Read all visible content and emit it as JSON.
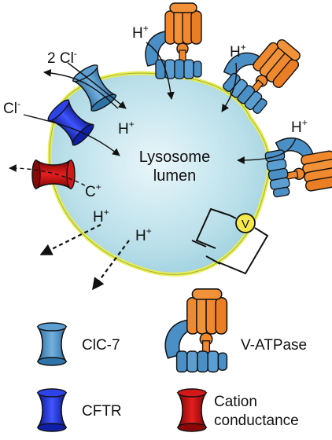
{
  "lumen_label": [
    "Lysosome",
    "lumen"
  ],
  "ions": {
    "two_cl": "2 Cl",
    "cl": "Cl",
    "minus": "-",
    "plus": "+",
    "h": "H",
    "c": "C"
  },
  "voltage_symbol": "V",
  "legend": {
    "clc7": "ClC-7",
    "vatpase": "V-ATPase",
    "cftr": "CFTR",
    "cation": [
      "Cation",
      "conductance"
    ]
  },
  "colors": {
    "lumen_fill": "#b9dfe9",
    "membrane": "#e6ee58",
    "clc7": "#4a8fc6",
    "cftr": "#1d2fd6",
    "cation_channel": "#c01313",
    "vatpase_head": "#f0882e",
    "voltmeter": "#f4e84a"
  }
}
